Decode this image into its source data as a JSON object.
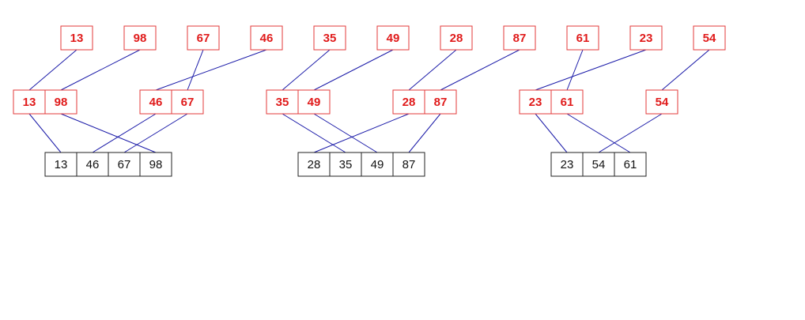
{
  "colors": {
    "input_text": "#e01b1b",
    "input_border": "#e33a3a",
    "output_text": "#111111",
    "output_border": "#222222",
    "links": "#1a1aa8",
    "background": "#ffffff"
  },
  "inputs": [
    "13",
    "98",
    "67",
    "46",
    "35",
    "49",
    "28",
    "87",
    "61",
    "23",
    "54"
  ],
  "pairs": [
    [
      "13",
      "98"
    ],
    [
      "46",
      "67"
    ],
    [
      "35",
      "49"
    ],
    [
      "28",
      "87"
    ],
    [
      "23",
      "61"
    ],
    [
      "54"
    ]
  ],
  "merged": [
    [
      "13",
      "46",
      "67",
      "98"
    ],
    [
      "28",
      "35",
      "49",
      "87"
    ],
    [
      "23",
      "54",
      "61"
    ]
  ]
}
